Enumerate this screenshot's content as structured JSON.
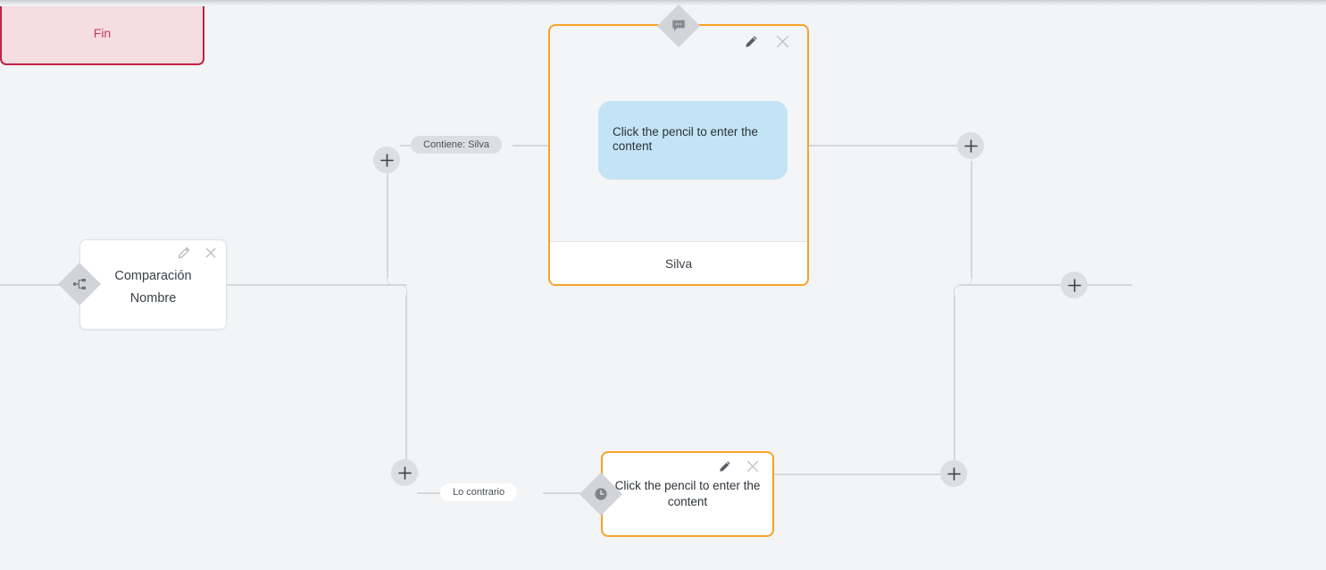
{
  "canvas": {
    "background": "#f3f4f6",
    "line_color": "#d6d8dc",
    "accent_orange": "#f5a32a",
    "end_border": "#c22241",
    "end_fill": "#f6dde1",
    "bubble_fill": "#c3e4f6"
  },
  "nodes": {
    "comparison": {
      "title": "Comparación",
      "subtitle": "Nombre",
      "edit_icon": "pencil-icon",
      "close_icon": "close-icon",
      "badge_icon": "branch-icon"
    },
    "message": {
      "bubble_text": "Click the pencil to enter the content",
      "footer_label": "Silva",
      "edit_icon": "pencil-icon",
      "close_icon": "close-icon",
      "badge_icon": "chat-bubble-icon"
    },
    "timer": {
      "text": "Click the pencil to enter the content",
      "edit_icon": "pencil-icon",
      "close_icon": "close-icon",
      "badge_icon": "clock-icon"
    },
    "end": {
      "label": "Fin"
    }
  },
  "edge_labels": {
    "contains": "Contiene: Silva",
    "otherwise": "Lo contrario"
  },
  "add_buttons": [
    {
      "name": "add-node-branch-top",
      "icon": "plus-icon"
    },
    {
      "name": "add-node-branch-bottom",
      "icon": "plus-icon"
    },
    {
      "name": "add-node-after-message",
      "icon": "plus-icon"
    },
    {
      "name": "add-node-after-timer",
      "icon": "plus-icon"
    },
    {
      "name": "add-node-before-end",
      "icon": "plus-icon"
    }
  ]
}
